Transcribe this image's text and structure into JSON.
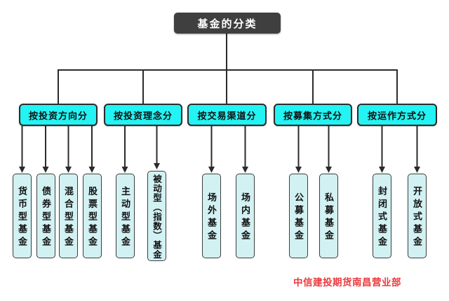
{
  "tree": {
    "root": "基金的分类",
    "categories": [
      {
        "label": "按投资方向分",
        "children": [
          "货币型基金",
          "债券型基金",
          "混合型基金",
          "股票型基金"
        ]
      },
      {
        "label": "按投资理念分",
        "children": [
          "主动型基金",
          "被动型（指数）基金"
        ]
      },
      {
        "label": "按交易渠道分",
        "children": [
          "场外基金",
          "场内基金"
        ]
      },
      {
        "label": "按募集方式分",
        "children": [
          "公募基金",
          "私募基金"
        ]
      },
      {
        "label": "按运作方式分",
        "children": [
          "封闭式基金",
          "开放式基金"
        ]
      }
    ]
  },
  "footer": {
    "watermark": "中信建投期货南昌营业部"
  },
  "colors": {
    "root_bg": "#3f3f3f",
    "root_text": "#ffffff",
    "category_bg": "#23f3f3",
    "leaf_bg": "#d2f1f3",
    "line": "#2b2b2b",
    "footer_text": "#ec3a3e"
  }
}
